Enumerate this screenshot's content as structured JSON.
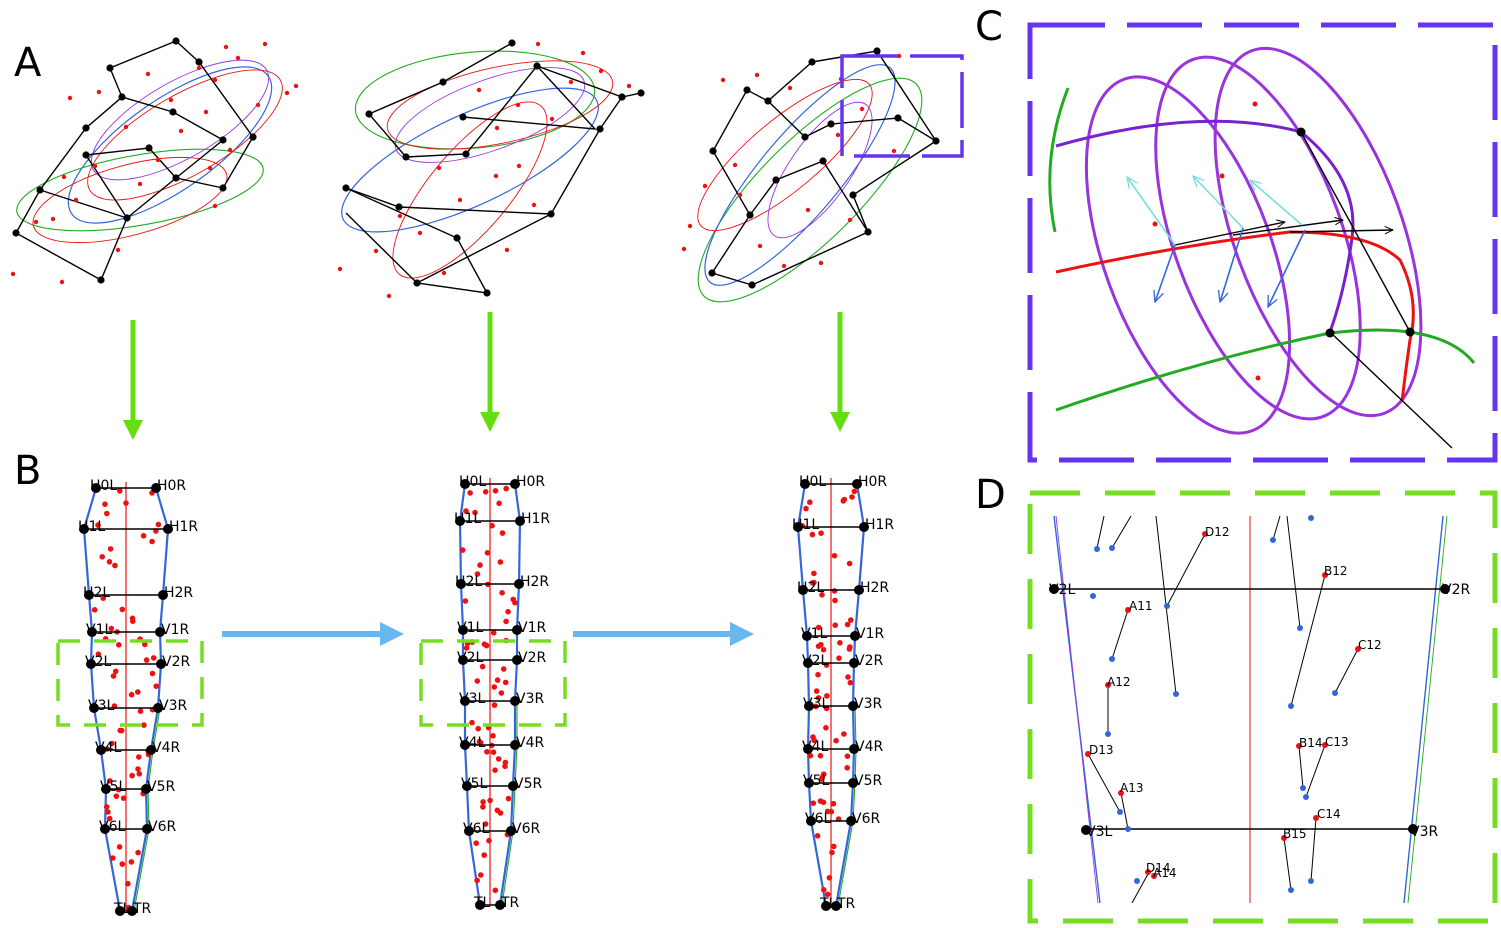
{
  "panels": {
    "A": "A",
    "B": "B",
    "C": "C",
    "D": "D"
  },
  "colors": {
    "red": "#ee1111",
    "blue": "#3366dd",
    "green": "#22aa22",
    "black": "#000000",
    "purple": "#9933dd",
    "dark_purple": "#7722cc",
    "cyan": "#77dddd",
    "frame_purple": "#6633ee",
    "frame_green": "#77dd22",
    "arrow_green": "#66dd11",
    "arrow_blue": "#66b8ee"
  },
  "skeleton_labels": {
    "h0l": "H0L",
    "h0r": "H0R",
    "h1l": "H1L",
    "h1r": "H1R",
    "h2l": "H2L",
    "h2r": "H2R",
    "v1l": "V1L",
    "v1r": "V1R",
    "v2l": "V2L",
    "v2r": "V2R",
    "v3l": "V3L",
    "v3r": "V3R",
    "v4l": "V4L",
    "v4r": "V4R",
    "v5l": "V5L",
    "v5r": "V5R",
    "v6l": "V6L",
    "v6r": "V6R",
    "tl": "TL",
    "tr": "TR"
  },
  "zoom_d": {
    "v2l": "V2L",
    "v2r": "V2R",
    "v3l": "V3L",
    "v3r": "V3R",
    "points": [
      "D12",
      "B12",
      "A11",
      "C12",
      "A12",
      "D13",
      "B14",
      "C13",
      "A13",
      "C14",
      "B15",
      "D14",
      "A14"
    ]
  }
}
